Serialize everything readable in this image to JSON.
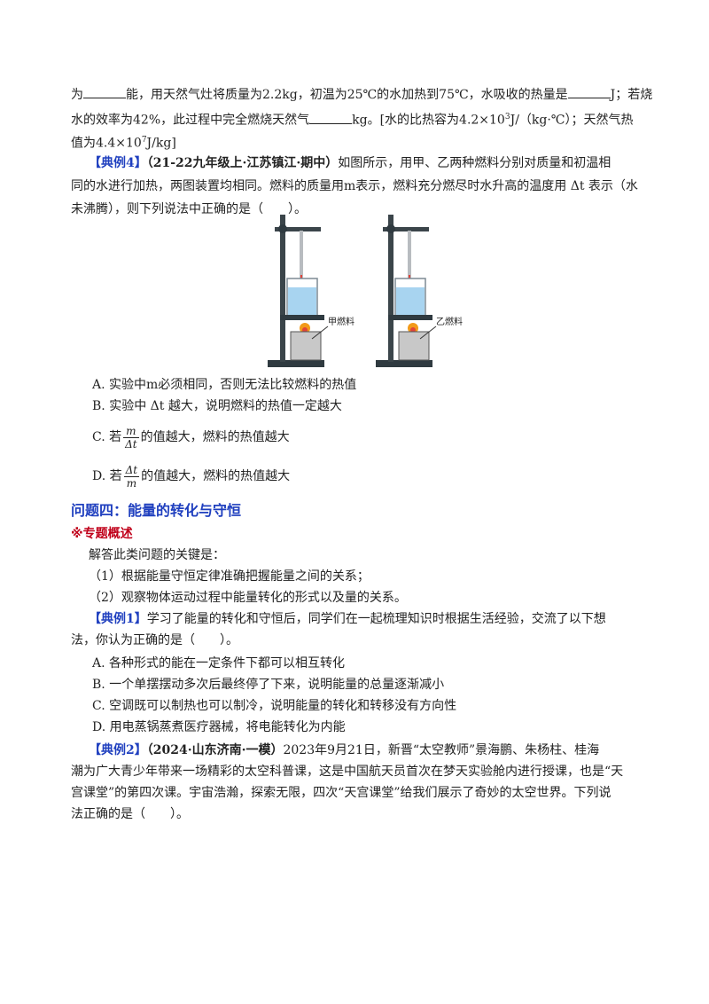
{
  "top": {
    "l1_a": "为",
    "l1_b": "能，用天然气灶将质量为2.2kg，初温为25℃的水加热到75℃，水吸收的热量是",
    "l1_c": "J；若烧",
    "l2_a": "水的效率为42%，此过程中完全燃烧天然气",
    "l2_b": "kg。[水的比热容为4.2×10",
    "l2_sup": "3",
    "l2_c": "J/（kg·℃）；天然气热",
    "l3_a": "值为4.4×10",
    "l3_sup": "7",
    "l3_b": "J/kg]"
  },
  "example4": {
    "tag": "【典例4】",
    "source": "（21-22九年级上·江苏镇江·期中）",
    "l1": "如图所示，用甲、乙两种燃料分别对质量和初温相",
    "l2": "同的水进行加热，两图装置均相同。燃料的质量用m表示，燃料充分燃尽时水升高的温度用 Δt 表示（水",
    "l3": "未沸腾），则下列说法中正确的是（　　）。",
    "figure_labels": [
      "甲燃料",
      "乙燃料"
    ],
    "options": {
      "A": "A.  实验中m必须相同，否则无法比较燃料的热值",
      "B": "B.  实验中 Δt 越大，说明燃料的热值一定越大",
      "C_pre": "C.  若",
      "C_num": "m",
      "C_den": "Δt",
      "C_post": "的值越大，燃料的热值越大",
      "D_pre": "D.  若",
      "D_num": "Δt",
      "D_den": "m",
      "D_post": "的值越大，燃料的热值越大"
    }
  },
  "section4": {
    "title": "问题四：能量的转化与守恒",
    "overview": "※专题概述",
    "intro": "解答此类问题的关键是：",
    "p1": "（1）根据能量守恒定律准确把握能量之间的关系；",
    "p2": "（2）观察物体运动过程中能量转化的形式以及量的关系。"
  },
  "example1": {
    "tag": "【典例1】",
    "l1": "学习了能量的转化和守恒后，同学们在一起梳理知识时根据生活经验，交流了以下想",
    "l2": "法，你认为正确的是（　　）。",
    "options": [
      "A.  各种形式的能在一定条件下都可以相互转化",
      "B.  一个单摆摆动多次后最终停了下来，说明能量的总量逐渐减小",
      "C.  空调既可以制热也可以制冷，说明能量的转化和转移没有方向性",
      "D.  用电蒸锅蒸煮医疗器械，将电能转化为内能"
    ]
  },
  "example2": {
    "tag": "【典例2】",
    "source": "（2024·山东济南·一模）",
    "l1": "2023年9月21日，新晋“太空教师”景海鹏、朱杨柱、桂海",
    "l2": "潮为广大青少年带来一场精彩的太空科普课，这是中国航天员首次在梦天实验舱内进行授课，也是“天",
    "l3": "宫课堂”的第四次课。宇宙浩瀚，探索无限，四次“天宫课堂”给我们展示了奇妙的太空世界。下列说",
    "l4": "法正确的是（　　）。"
  }
}
